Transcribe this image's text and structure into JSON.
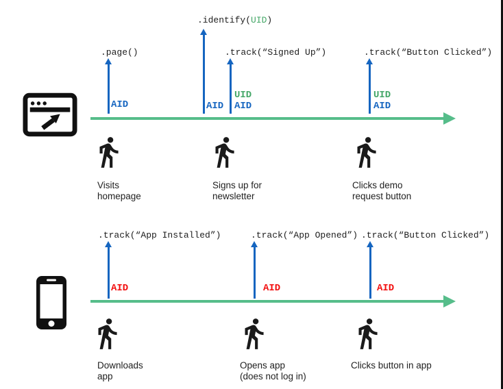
{
  "diagram": {
    "title_hint": "identity-tracking-timelines",
    "colors": {
      "blue": "#1565C0",
      "green": "#45A768",
      "red": "#F20D0D",
      "timeline": "#56BD8A"
    },
    "web": {
      "device_icon": "browser-window-icon",
      "actor_icon": "walking-person-icon",
      "calls": [
        {
          "code": ".page()",
          "ids": [
            {
              "text": "AID",
              "color": "blue"
            }
          ]
        },
        {
          "code_prefix": ".identify(",
          "code_arg": "UID",
          "code_suffix": ")",
          "ids": [
            {
              "text": "AID",
              "color": "blue"
            }
          ]
        },
        {
          "code": ".track(“Signed Up”)",
          "ids": [
            {
              "text": "UID",
              "color": "green"
            },
            {
              "text": "AID",
              "color": "blue"
            }
          ]
        },
        {
          "code": ".track(“Button Clicked”)",
          "ids": [
            {
              "text": "UID",
              "color": "green"
            },
            {
              "text": "AID",
              "color": "blue"
            }
          ]
        }
      ],
      "actors": [
        {
          "line1": "Visits",
          "line2": "homepage"
        },
        {
          "line1": "Signs up for",
          "line2": "newsletter"
        },
        {
          "line1": "Clicks demo",
          "line2": "request button"
        }
      ]
    },
    "mobile": {
      "device_icon": "smartphone-icon",
      "actor_icon": "walking-person-icon",
      "calls": [
        {
          "code": ".track(“App Installed”)",
          "ids": [
            {
              "text": "AID",
              "color": "red"
            }
          ]
        },
        {
          "code": ".track(“App Opened”)",
          "ids": [
            {
              "text": "AID",
              "color": "red"
            }
          ]
        },
        {
          "code": ".track(“Button Clicked”)",
          "ids": [
            {
              "text": "AID",
              "color": "red"
            }
          ]
        }
      ],
      "actors": [
        {
          "line1": "Downloads",
          "line2": "app"
        },
        {
          "line1": "Opens app",
          "line2": "(does not log in)"
        },
        {
          "line1": "Clicks button in app",
          "line2": ""
        }
      ]
    }
  }
}
